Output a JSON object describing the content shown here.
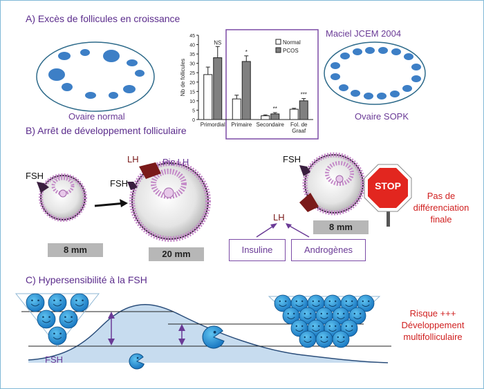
{
  "sectionA": {
    "title": "A) Excès de follicules en croissance",
    "citation": "Maciel JCEM 2004",
    "ovary_normal_label": "Ovaire normal",
    "ovary_sopk_label": "Ovaire SOPK"
  },
  "chart_data": {
    "type": "bar",
    "ylabel": "Nb de follicules",
    "ylim": [
      0,
      45
    ],
    "yticks": [
      "0",
      "5",
      "10",
      "15",
      "20",
      "25",
      "30",
      "35",
      "40",
      "45"
    ],
    "categories": [
      "Primordial",
      "Primaire",
      "Secondaire",
      "Fol. de Graaf"
    ],
    "category_lines": [
      [
        "Primordial"
      ],
      [
        "Primaire"
      ],
      [
        "Secondaire"
      ],
      [
        "Fol. de",
        "Graaf"
      ]
    ],
    "series": [
      {
        "name": "Normal",
        "color": "#ffffff",
        "values": [
          24,
          11,
          2,
          5.5
        ],
        "errors": [
          4,
          2,
          0.5,
          0.5
        ]
      },
      {
        "name": "PCOS",
        "color": "#808080",
        "values": [
          33,
          31,
          3,
          10
        ],
        "errors": [
          6,
          3,
          0.7,
          1.2
        ]
      }
    ],
    "significance": [
      "NS",
      "*",
      "**",
      "***"
    ],
    "legend_position": "top-right"
  },
  "sectionB": {
    "title": "B) Arrêt de développement folliculaire",
    "fsh_label_1": "FSH",
    "fsh_label_2": "FSH",
    "fsh_label_3": "FSH",
    "lh_label_1": "LH",
    "pic_lh": "Pic LH",
    "size_1": "8 mm",
    "size_2": "20 mm",
    "size_3": "8 mm",
    "lh_center": "LH",
    "insuline": "Insuline",
    "androgenes": "Androgènes",
    "stop": "STOP",
    "no_diff_1": "Pas de",
    "no_diff_2": "différenciation",
    "no_diff_3": "finale"
  },
  "sectionC": {
    "title": "C) Hypersensibilité à la FSH",
    "fsh_curve_label": "FSH",
    "risk_1": "Risque +++",
    "risk_2": "Développement",
    "risk_3": "multifolliculaire"
  },
  "colors": {
    "title_purple": "#5b2c8c",
    "red_text": "#d02020",
    "ovary_blue": "#3d7fc6",
    "curve_fill": "#c7dcef",
    "follicle_pink": "#c48ac8",
    "lh_dark_red": "#7a1a1a"
  }
}
